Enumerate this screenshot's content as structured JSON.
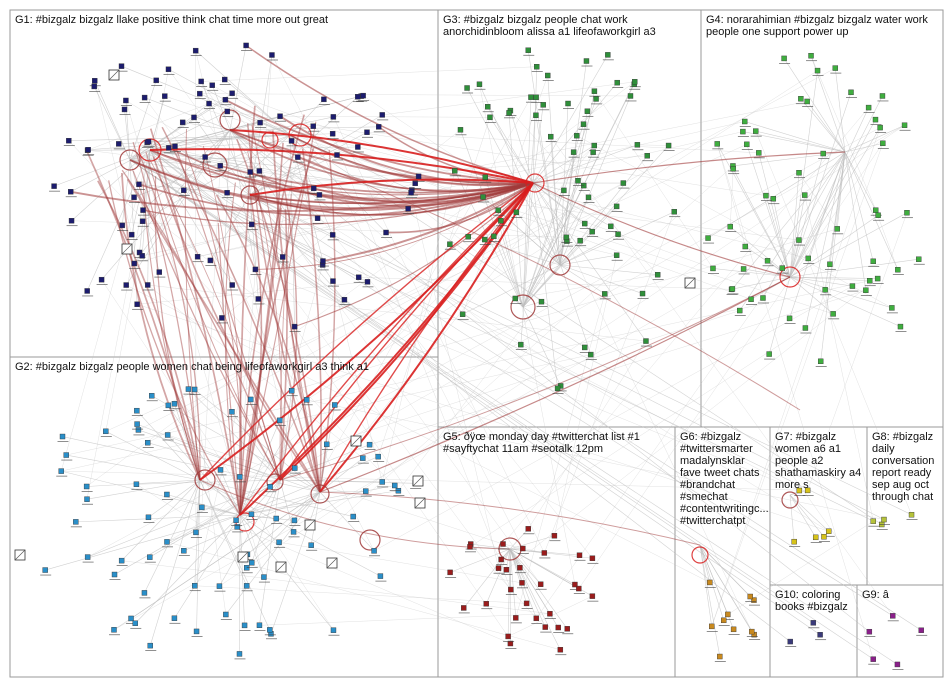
{
  "colors": {
    "background": "#ffffff",
    "border": "#9a9a9a",
    "edge_gray": "#bdbdbd",
    "edge_red": "#d81e1e",
    "edge_darkred": "#a03a3a",
    "G1": "#1c1c6e",
    "G2": "#2a8fc9",
    "G3": "#2f8f3a",
    "G4": "#3fae3f",
    "G5": "#9a1c1c",
    "G6": "#c98a1f",
    "G7": "#d6c21a",
    "G8": "#b5c23a",
    "G9": "#8a1f8a",
    "G10": "#3a3a7a"
  },
  "groups": [
    {
      "id": "G1",
      "label": "G1: #bizgalz bizgalz llake positive think chat time more out great"
    },
    {
      "id": "G2",
      "label": "G2: #bizgalz bizgalz people women chat being lifeofaworkgirl a3 think a1"
    },
    {
      "id": "G3",
      "label": "G3: #bizgalz bizgalz people chat work\nanorchidinbloom alissa a1 lifeofaworkgirl a3"
    },
    {
      "id": "G4",
      "label": "G4: norarahimian #bizgalz bizgalz water work\npeople one support power up"
    },
    {
      "id": "G5",
      "label": "G5: ðÿœ monday day #twitterchat list #1\n#sayftychat 11am #seotalk 12pm"
    },
    {
      "id": "G6",
      "label": "G6: #bizgalz\n#twittersmarter\nmadalynsklar\nfave tweet chats\n#brandchat\n#smechat\n#contentwritingc...\n#twitterchatpt"
    },
    {
      "id": "G7",
      "label": "G7: #bizgalz\nwomen a6 a1\npeople a2\nshathamaskiry a4\nmore s"
    },
    {
      "id": "G8",
      "label": "G8: #bizgalz\ndaily\nconversation\nreport ready\nsep aug oct\nthrough chat"
    },
    {
      "id": "G9",
      "label": "G9: â"
    },
    {
      "id": "G10",
      "label": "G10: coloring\nbooks #bizgalz"
    }
  ]
}
